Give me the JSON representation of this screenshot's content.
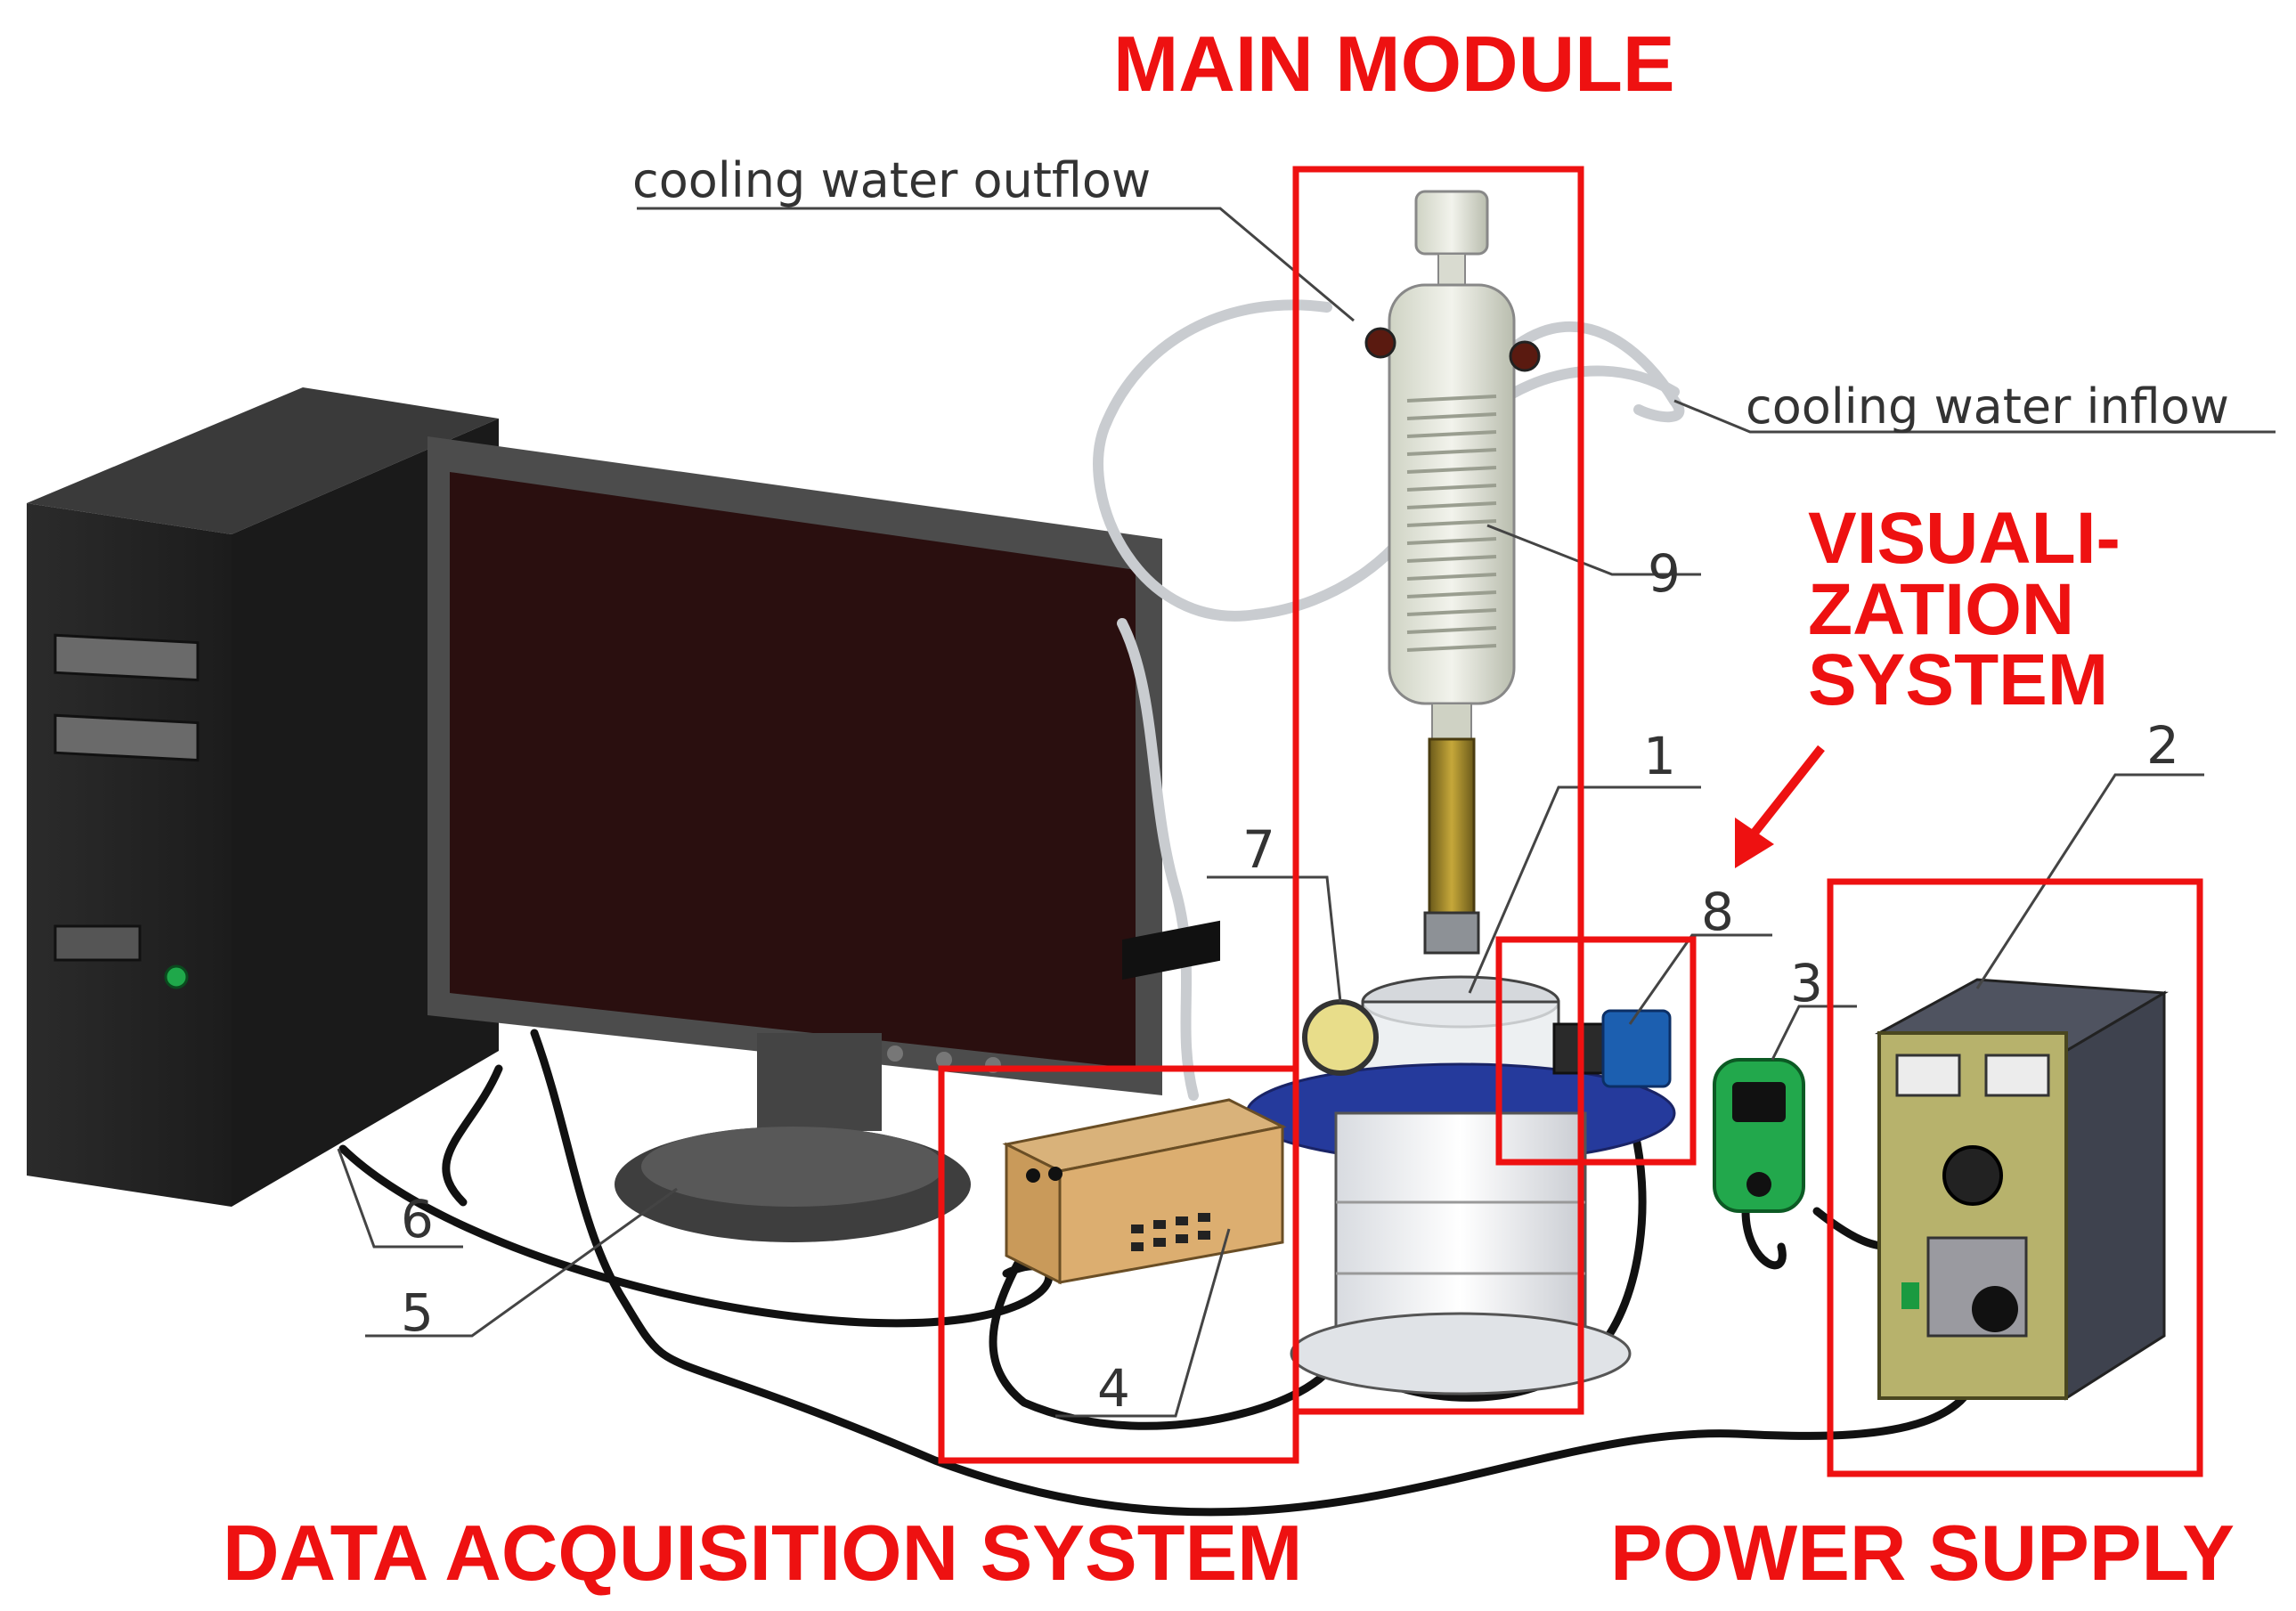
{
  "sections": {
    "main_module": "MAIN MODULE",
    "visualization_system": [
      "VISUALI-",
      "ZATION",
      "SYSTEM"
    ],
    "data_acquisition_system": "DATA ACQUISITION SYSTEM",
    "power_supply": "POWER SUPPLY"
  },
  "flow_labels": {
    "outflow": "cooling water outflow",
    "inflow": "cooling water inflow"
  },
  "callouts": [
    "1",
    "2",
    "3",
    "4",
    "5",
    "6",
    "7",
    "8",
    "9"
  ],
  "colors": {
    "highlight_box": "#ee1111",
    "label_text": "#ee1111",
    "callout_text": "#333333"
  }
}
